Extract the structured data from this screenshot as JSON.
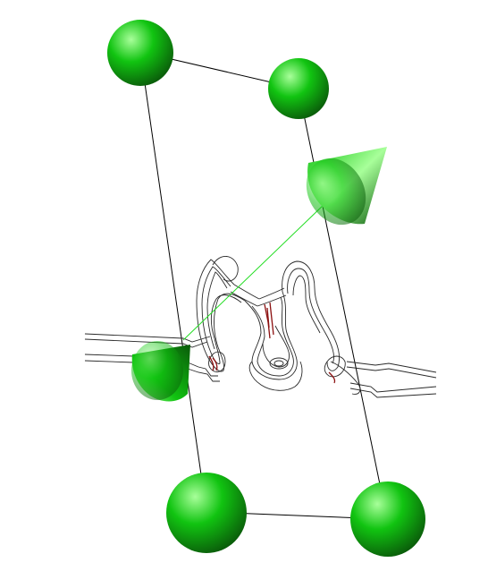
{
  "scene": {
    "background_color": "#ffffff",
    "box_color": "#000000",
    "marker_color": "#11c411",
    "marker_highlight": "#a8ff9a",
    "marker_shadow": "#0a5a0a",
    "vector_color": "#22dd22",
    "contour_color": "#2a2a2a",
    "contour_accent": "#8b1010"
  },
  "objects": {
    "spheres": [
      {
        "name": "sphere-top-left"
      },
      {
        "name": "sphere-top-right"
      },
      {
        "name": "sphere-bottom-left"
      },
      {
        "name": "sphere-bottom-right"
      }
    ],
    "cones": [
      {
        "name": "cone-upper-right",
        "icon": "cone-icon"
      },
      {
        "name": "cone-lower-left",
        "icon": "cone-icon"
      }
    ],
    "links": [
      {
        "name": "vector-link"
      }
    ]
  }
}
